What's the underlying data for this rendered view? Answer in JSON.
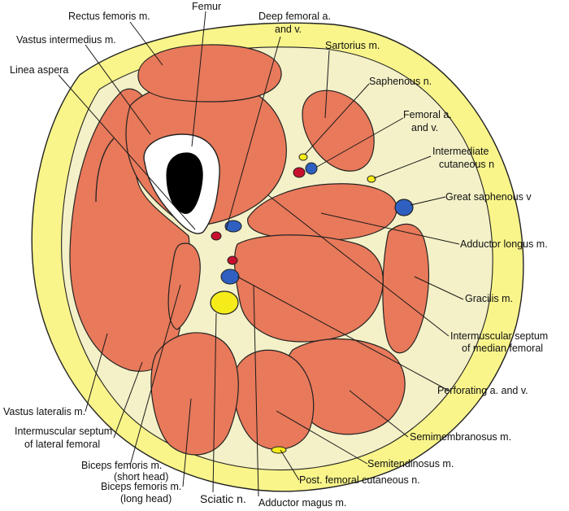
{
  "labels": {
    "femur": "Femur",
    "rectus_femoris": "Rectus femoris m.",
    "deep_femoral_1": "Deep femoral a.",
    "deep_femoral_2": "and v.",
    "vastus_intermedius": "Vastus intermedius m.",
    "sartorius": "Sartorius m.",
    "linea_aspera": "Linea aspera",
    "saphenous_n": "Saphenous n.",
    "femoral_av_1": "Femoral a.",
    "femoral_av_2": "and v.",
    "intermediate_cutaneous_1": "Intermediate",
    "intermediate_cutaneous_2": "cutaneous n",
    "great_saphenous": "Great saphenous v",
    "adductor_longus": "Adductor longus m.",
    "gracilis": "Gracilis m.",
    "septum_median_1": "Intermuscular septum",
    "septum_median_2": "of median femoral",
    "perforating": "Perforating a. and v.",
    "semimembranosus": "Semimembranosus m.",
    "semitendinosus": "Semitendinosus m.",
    "post_femoral_cutaneous": "Post. femoral cutaneous n.",
    "adductor_magnus": "Adductor magus m.",
    "sciatic": "Sciatic n.",
    "biceps_long_1": "Biceps femoris m.",
    "biceps_long_2": "(long head)",
    "biceps_short_1": "Biceps femoris m.",
    "biceps_short_2": "(short head)",
    "septum_lateral_1": "Intermuscular septum",
    "septum_lateral_2": "of lateral femoral",
    "vastus_lateralis": "Vastus lateralis m."
  },
  "colors": {
    "muscle": "#e8795a",
    "fat": "#f9f58a",
    "fascia": "#f4f1c8",
    "bone": "#ffffff",
    "marrow": "#000000",
    "artery": "#c8102e",
    "vein": "#2f5fc0",
    "nerve": "#f5ec1a"
  }
}
